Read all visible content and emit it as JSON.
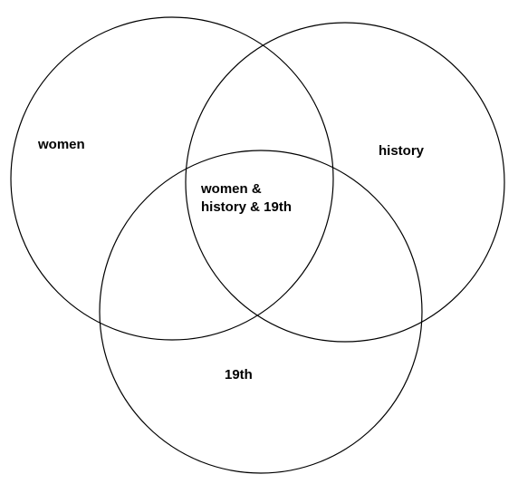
{
  "diagram": {
    "sets": [
      {
        "id": "women",
        "label": "women"
      },
      {
        "id": "history",
        "label": "history"
      },
      {
        "id": "19th",
        "label": "19th"
      }
    ],
    "intersection": {
      "line1": "women &",
      "line2": "history & 19th"
    },
    "stroke_color": "#000000",
    "background_color": "#ffffff"
  }
}
